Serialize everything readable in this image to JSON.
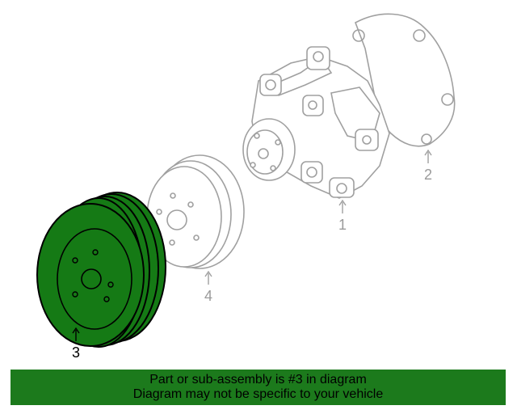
{
  "callouts": {
    "part_1": "1",
    "part_2": "2",
    "part_3": "3",
    "part_4": "4"
  },
  "banner": {
    "line1": "Part or sub-assembly is #3 in diagram",
    "line2": "Diagram may not be specific to your vehicle"
  },
  "colors": {
    "highlight_fill": "#157a15",
    "outline_gray": "#a0a0a0",
    "banner_bg": "#1c7a1c"
  }
}
